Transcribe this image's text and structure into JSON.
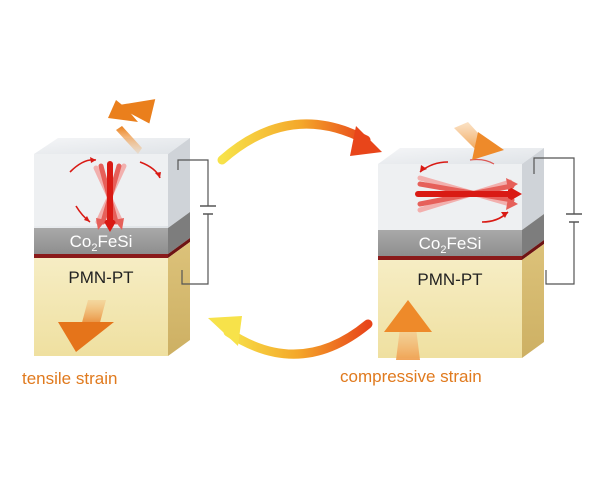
{
  "left_block": {
    "film_label_main": "Co",
    "film_label_sub": "2",
    "film_label_rest": "FeSi",
    "substrate_label": "PMN-PT",
    "caption": "tensile strain"
  },
  "right_block": {
    "film_label_main": "Co",
    "film_label_sub": "2",
    "film_label_rest": "FeSi",
    "substrate_label": "PMN-PT",
    "caption": "compressive strain"
  },
  "colors": {
    "caption": "#e07a1e",
    "film_gray": "#9a9a9a",
    "top_face": "#e9ecef",
    "substrate": "#f3e7b5",
    "interface": "#8a1a1a",
    "arrow_orange": "#ee8a2a",
    "magnet_red": "#e0201a",
    "cycle_start": "#f6d94a",
    "cycle_end": "#e84a1a"
  }
}
